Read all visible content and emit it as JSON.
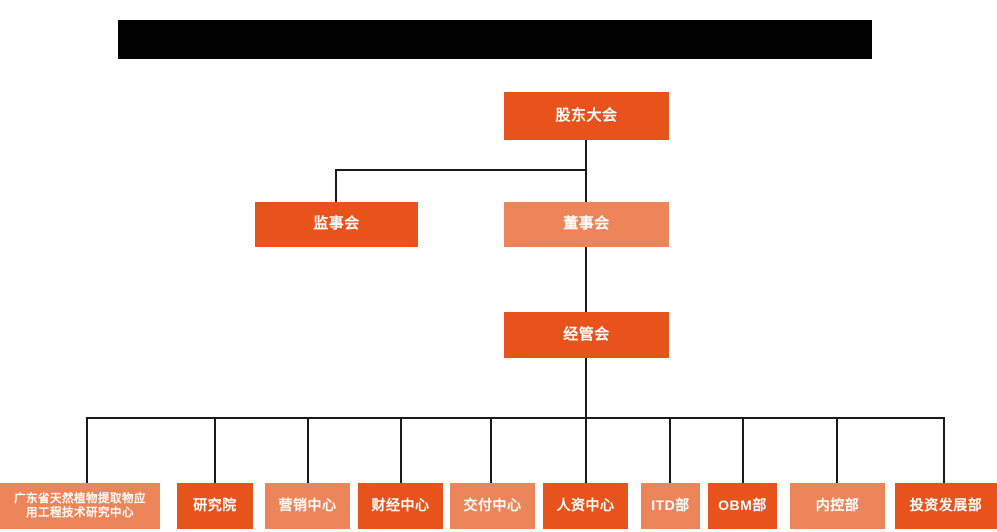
{
  "page": {
    "title_banner": "",
    "background_color": "#FFFFFF"
  },
  "theme": {
    "dark_orange": "#E8531C",
    "light_orange": "#ED855B",
    "line_color": "#1A1A1A",
    "text_color": "#FFFFFF",
    "banner_color": "#000000"
  },
  "chart_data": {
    "type": "diagram",
    "diagram_type": "organization-chart",
    "title": "",
    "levels": [
      {
        "level": 1,
        "nodes": [
          {
            "id": "shareholders",
            "label": "股东大会",
            "style": "dark"
          }
        ]
      },
      {
        "level": 2,
        "nodes": [
          {
            "id": "supervisory",
            "label": "监事会",
            "style": "dark"
          },
          {
            "id": "board",
            "label": "董事会",
            "style": "light"
          }
        ]
      },
      {
        "level": 3,
        "nodes": [
          {
            "id": "management",
            "label": "经管会",
            "style": "dark"
          }
        ]
      },
      {
        "level": 4,
        "nodes": [
          {
            "id": "research-center",
            "label": "广东省天然植物提取物应\n用工程技术研究中心",
            "style": "light"
          },
          {
            "id": "institute",
            "label": "研究院",
            "style": "dark"
          },
          {
            "id": "marketing",
            "label": "营销中心",
            "style": "light"
          },
          {
            "id": "finance",
            "label": "财经中心",
            "style": "dark"
          },
          {
            "id": "delivery",
            "label": "交付中心",
            "style": "light"
          },
          {
            "id": "hr",
            "label": "人资中心",
            "style": "dark"
          },
          {
            "id": "itd",
            "label": "ITD部",
            "style": "light"
          },
          {
            "id": "obm",
            "label": "OBM部",
            "style": "dark"
          },
          {
            "id": "internal-control",
            "label": "内控部",
            "style": "light"
          },
          {
            "id": "investment",
            "label": "投资发展部",
            "style": "dark"
          }
        ]
      }
    ],
    "edges": [
      {
        "from": "shareholders",
        "to": "supervisory"
      },
      {
        "from": "shareholders",
        "to": "board"
      },
      {
        "from": "board",
        "to": "management"
      },
      {
        "from": "management",
        "to": "research-center"
      },
      {
        "from": "management",
        "to": "institute"
      },
      {
        "from": "management",
        "to": "marketing"
      },
      {
        "from": "management",
        "to": "finance"
      },
      {
        "from": "management",
        "to": "delivery"
      },
      {
        "from": "management",
        "to": "hr"
      },
      {
        "from": "management",
        "to": "itd"
      },
      {
        "from": "management",
        "to": "obm"
      },
      {
        "from": "management",
        "to": "internal-control"
      },
      {
        "from": "management",
        "to": "investment"
      }
    ]
  }
}
